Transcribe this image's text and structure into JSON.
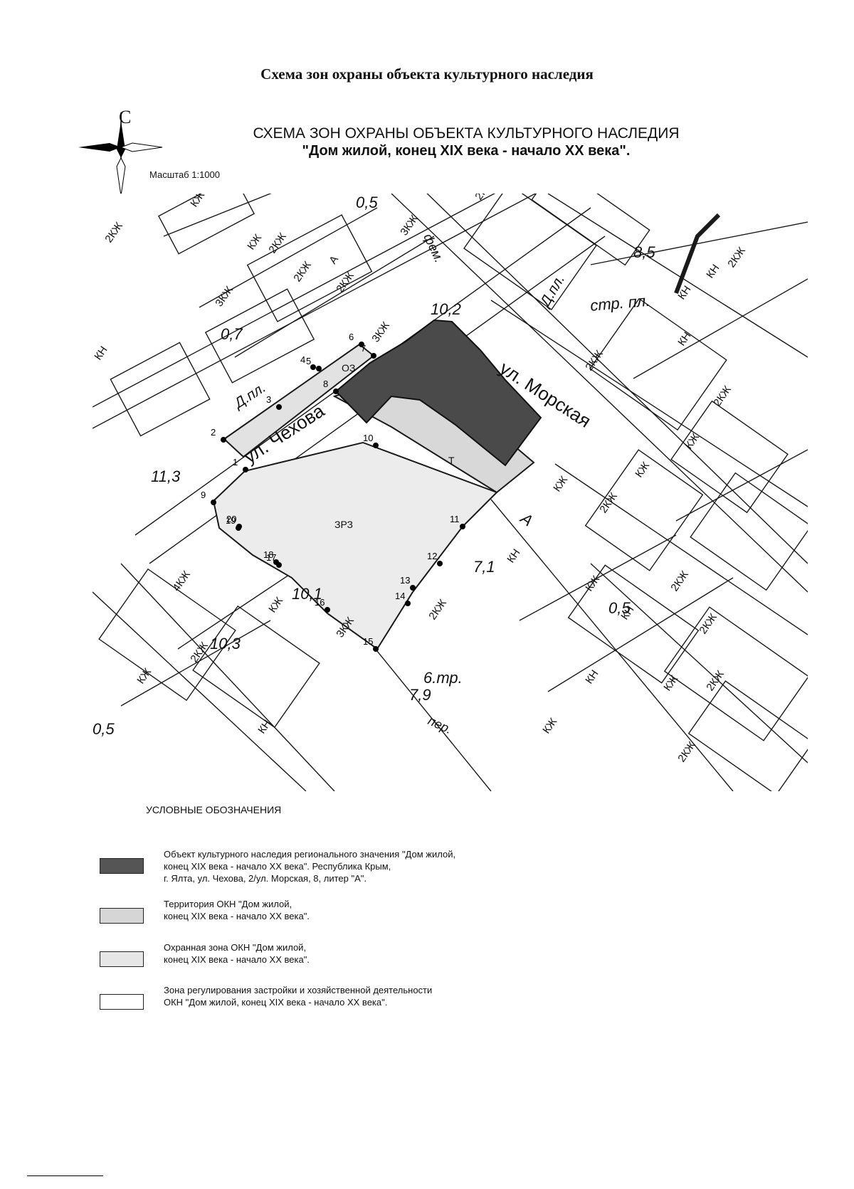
{
  "document_title": "Схема зон охраны объекта культурного наследия",
  "scheme": {
    "title_line1": "СХЕМА   ЗОН ОХРАНЫ ОБЪЕКТА КУЛЬТУРНОГО НАСЛЕДИЯ",
    "title_line2": "\"Дом жилой, конец XIX века - начало XX века\".",
    "scale": "Масштаб 1:1000",
    "north_label": "С"
  },
  "map": {
    "streets": [
      "ул. Чехова",
      "ул. Морская",
      "Д.пл.",
      "Д.пл.",
      "стр. пл.",
      "фем.",
      "пер."
    ],
    "zone_labels": [
      "ОЗ",
      "ЗРЗ",
      "Т",
      "А"
    ],
    "point_numbers": [
      "1",
      "2",
      "3",
      "4",
      "5",
      "6",
      "7",
      "8",
      "9",
      "10",
      "11",
      "12",
      "13",
      "14",
      "15",
      "16",
      "17",
      "18",
      "19",
      "20"
    ],
    "elevations": [
      "0,5",
      "10,2",
      "8,5",
      "11,3",
      "10,1",
      "10,3",
      "0,5",
      "0,5",
      "7,1",
      "0,7",
      "6.тр.",
      "7,9"
    ],
    "building_labels": [
      "2КЖ",
      "КЖ",
      "3КЖ",
      "2КЖ",
      "КЖ",
      "2КЖ",
      "КН",
      "3КЖ",
      "2КЖ",
      "А",
      "2КЖ",
      "КН",
      "КН",
      "КН",
      "2КЖ",
      "2КЖ",
      "КЖ",
      "2КЖ",
      "3КЖ",
      "КЖ",
      "2КЖ",
      "КЖ",
      "КЖ",
      "2КЖ",
      "КН",
      "2КЖ",
      "КЖ",
      "КН",
      "4КЖ",
      "КЖ",
      "3КЖ",
      "КН",
      "2КЖ",
      "КЖ",
      "2КЖ",
      "КЖ",
      "2КЖ",
      "КН",
      "2КЖ"
    ],
    "colors": {
      "heritage_object": "#4a4a4a",
      "territory": "#dcdcdc",
      "protection_zone": "#e9e9e9",
      "regulation_zone": "#ffffff",
      "lines": "#1a1a1a"
    }
  },
  "legend": {
    "title": "УСЛОВНЫЕ ОБОЗНАЧЕНИЯ",
    "items": [
      {
        "text": "Объект культурного наследия регионального значения \"Дом жилой,\nконец XIX века - начало XX века\". Республика Крым,\nг. Ялта, ул. Чехова, 2/ул. Морская, 8, литер \"А\".",
        "color": "#555555"
      },
      {
        "text": "Территория  ОКН  \"Дом жилой,\nконец XIX века - начало XX века\".",
        "color": "#d6d6d6"
      },
      {
        "text": "Охранная зона  ОКН  \"Дом жилой,\nконец XIX века - начало XX века\".",
        "color": "#e6e6e6"
      },
      {
        "text": "Зона регулирования застройки и хозяйственной деятельности\nОКН  \"Дом жилой, конец XIX века - начало XX века\".",
        "color": "#ffffff"
      }
    ]
  }
}
